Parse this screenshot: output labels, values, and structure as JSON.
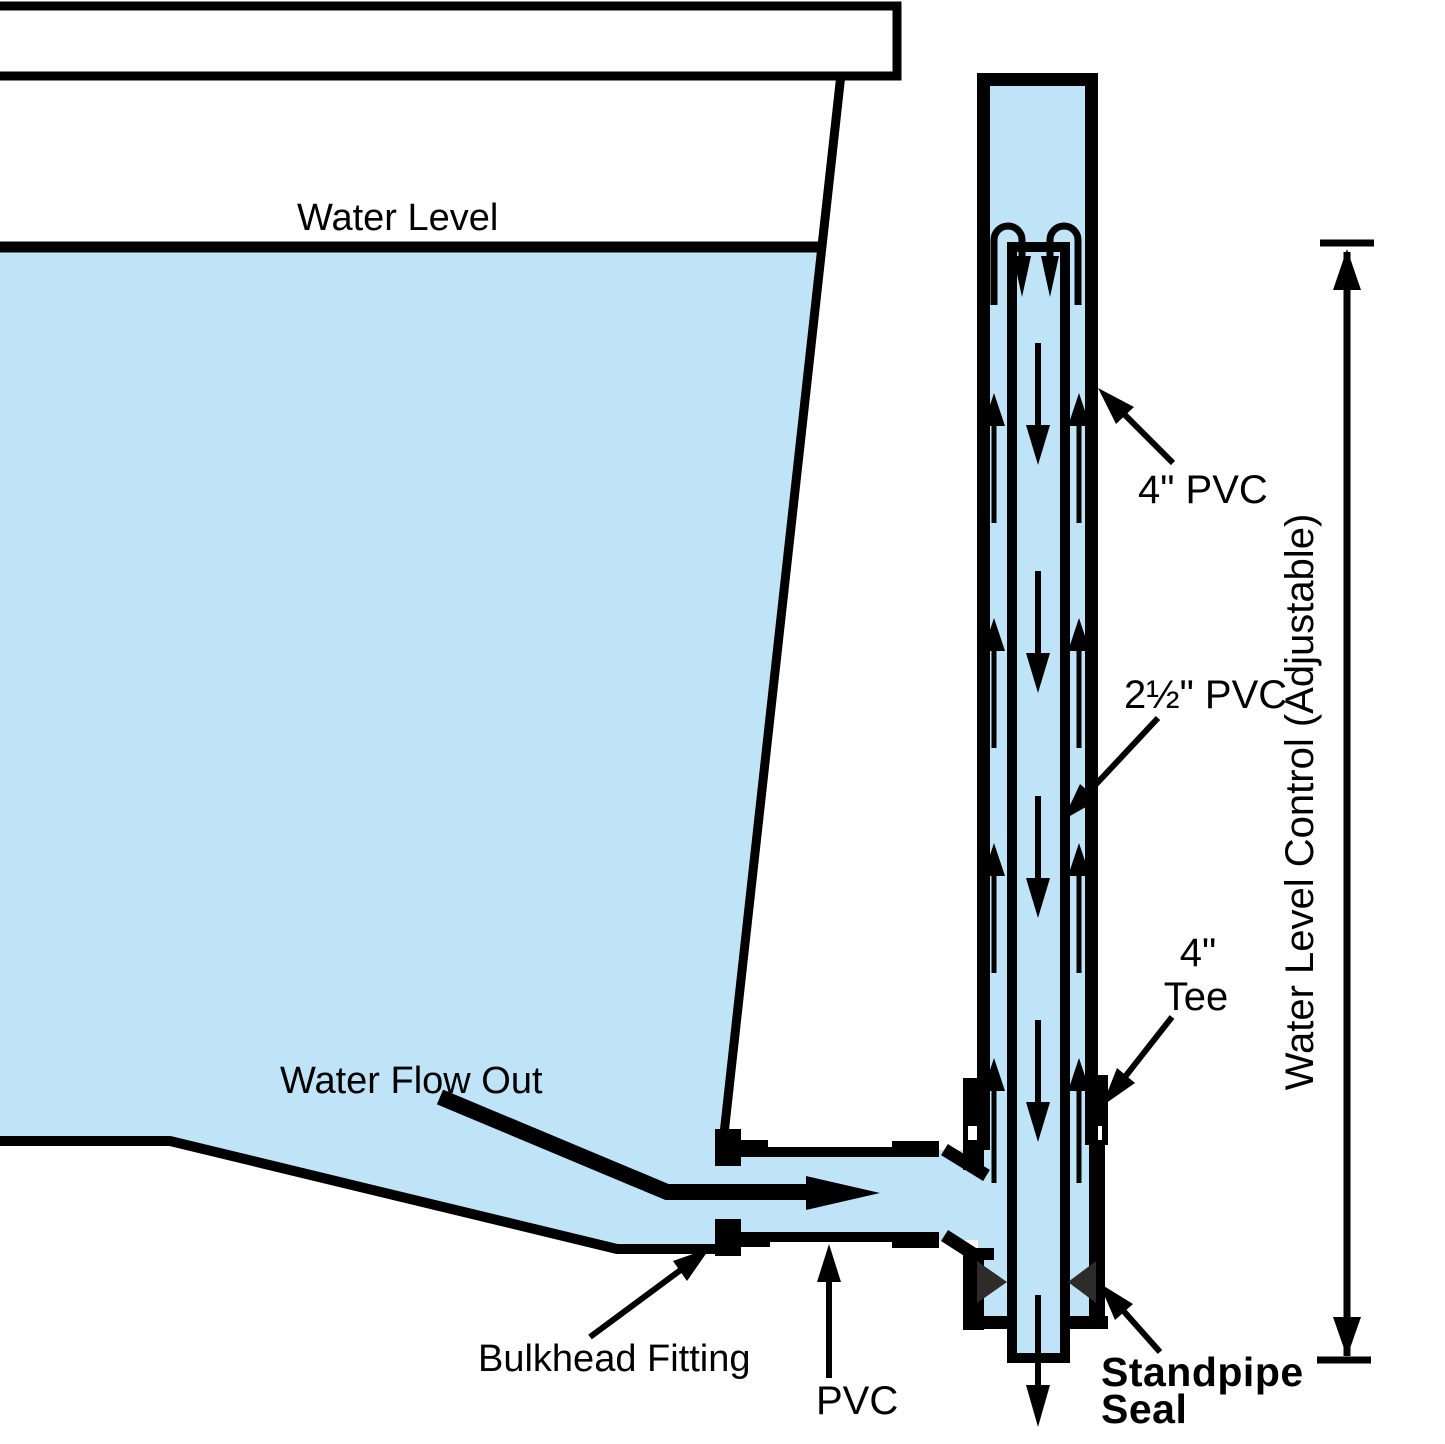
{
  "diagram": {
    "labels": {
      "water_level": "Water Level",
      "pvc_4": "4\" PVC",
      "pvc_25": "2½\" PVC",
      "tee_line1": "4\"",
      "tee_line2": "Tee",
      "water_level_control": "Water Level Control (Adjustable)",
      "water_flow_out": "Water Flow Out",
      "bulkhead_fitting": "Bulkhead Fitting",
      "pvc": "PVC",
      "standpipe_seal_line1": "Standpipe",
      "standpipe_seal_line2": "Seal"
    },
    "colors": {
      "background": "#ffffff",
      "water": "#bfe4f8",
      "line": "#000000",
      "seal": "#2e2b29"
    }
  }
}
